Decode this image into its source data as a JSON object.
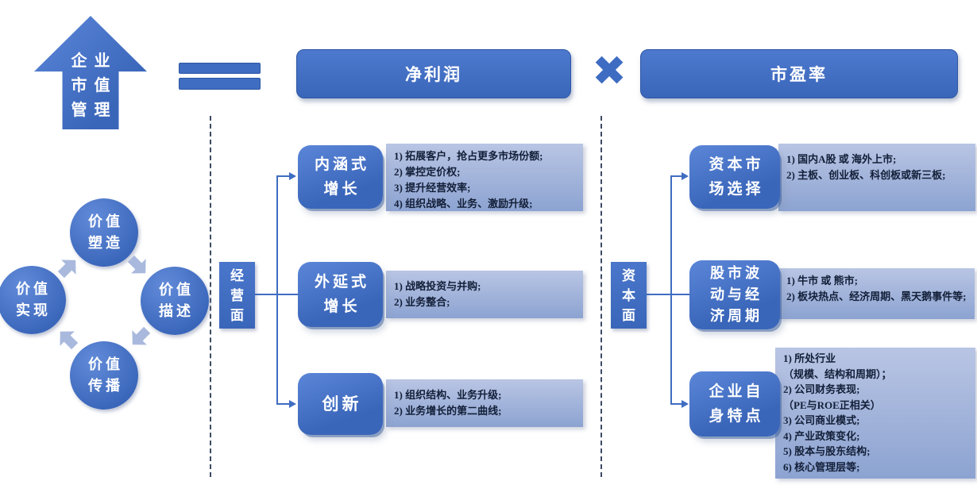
{
  "arrow_label": {
    "lines": [
      "企业",
      "市值",
      "管理"
    ]
  },
  "equation": {
    "net_profit": "净利润",
    "pe_ratio": "市盈率",
    "times_symbol": "✖"
  },
  "cycle": {
    "top": [
      "价值",
      "塑造"
    ],
    "right": [
      "价值",
      "描述"
    ],
    "bottom": [
      "价值",
      "传播"
    ],
    "left": [
      "价值",
      "实现"
    ]
  },
  "operating": {
    "axis": [
      "经",
      "营",
      "面"
    ],
    "branches": [
      {
        "title": [
          "内涵式",
          "增长"
        ],
        "items": [
          "1) 拓展客户，抢占更多市场份额;",
          "2) 掌控定价权;",
          "3) 提升经营效率;",
          "4) 组织战略、业务、激励升级;"
        ]
      },
      {
        "title": [
          "外延式",
          "增长"
        ],
        "items": [
          "1) 战略投资与并购;",
          "2) 业务整合;"
        ]
      },
      {
        "title": [
          "创新"
        ],
        "items": [
          "1) 组织结构、业务升级;",
          "2) 业务增长的第二曲线;"
        ]
      }
    ]
  },
  "capital": {
    "axis": [
      "资",
      "本",
      "面"
    ],
    "branches": [
      {
        "title": [
          "资本市",
          "场选择"
        ],
        "items": [
          "1) 国内A股 或 海外上市;",
          "2) 主板、创业板、科创板或新三板;"
        ]
      },
      {
        "title": [
          "股市波",
          "动与经",
          "济周期"
        ],
        "items": [
          "1) 牛市 或 熊市;",
          "2) 板块热点、经济周期、黑天鹅事件等;"
        ]
      },
      {
        "title": [
          "企业自",
          "身特点"
        ],
        "items": [
          "1) 所处行业",
          "（规模、结构和周期）；",
          "2) 公司财务表现;",
          "（PE与ROE正相关）",
          "3) 公司商业模式;",
          "4) 产业政策变化;",
          "5) 股本与股东结构;",
          "6) 核心管理层等;"
        ]
      }
    ]
  }
}
